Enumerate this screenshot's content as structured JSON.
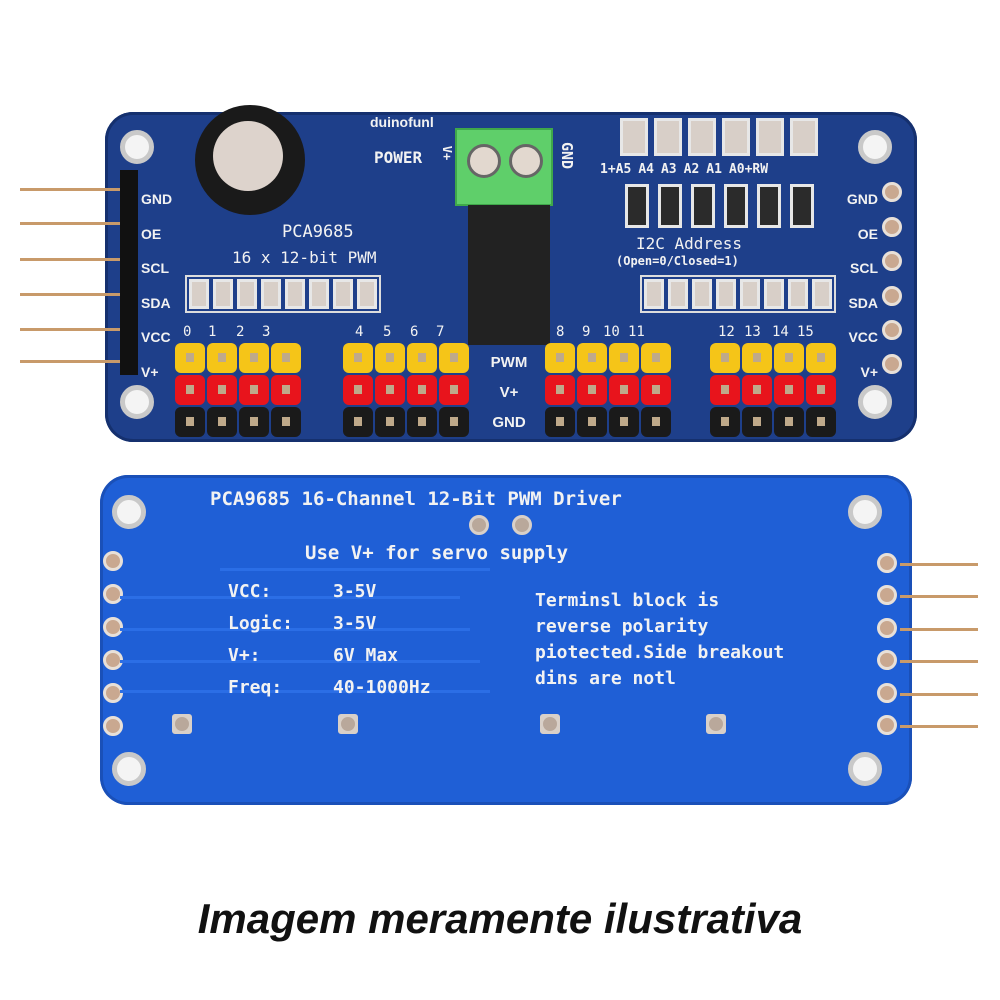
{
  "top_board": {
    "brand": "duinofunl",
    "power_label": "POWER",
    "vplus_label": "V+",
    "gnd_terminal_label": "GND",
    "chip_label": "PCA9685",
    "chip_desc": "16 x 12-bit PWM",
    "address_jumpers": [
      "1+A5",
      "A4",
      "A3",
      "A2",
      "A1",
      "A0+RW"
    ],
    "address_title": "I2C Address",
    "address_note": "(Open=0/Closed=1)",
    "left_pins": [
      "GND",
      "OE",
      "SCL",
      "SDA",
      "VCC",
      "V+"
    ],
    "right_pins": [
      "GND",
      "OE",
      "SCL",
      "SDA",
      "VCC",
      "V+"
    ],
    "channels": [
      "0",
      "1",
      "2",
      "3",
      "4",
      "5",
      "6",
      "7",
      "8",
      "9",
      "10",
      "11",
      "12",
      "13",
      "14",
      "15"
    ],
    "row_labels": [
      "PWM",
      "V+",
      "GND"
    ]
  },
  "bottom_board": {
    "title": "PCA9685  16-Channel  12-Bit  PWM  Driver",
    "servo_note": "Use V+ for servo supply",
    "specs": [
      {
        "label": "VCC:",
        "value": "3-5V"
      },
      {
        "label": "Logic:",
        "value": "3-5V"
      },
      {
        "label": "V+:",
        "value": "6V Max"
      },
      {
        "label": "Freq:",
        "value": "40-1000Hz"
      }
    ],
    "notes": [
      "Terminsl block is",
      "reverse polarity",
      "piotected.Side breakout",
      "dins are notl"
    ]
  },
  "caption": "Imagem meramente ilustrativa",
  "colors": {
    "top_pcb": "#1e3f8a",
    "bottom_pcb": "#1f5fd6",
    "pwm_header": "#f5c518",
    "vplus_header": "#e8141c",
    "gnd_header": "#1a1a1a",
    "terminal": "#5fcf6a"
  }
}
